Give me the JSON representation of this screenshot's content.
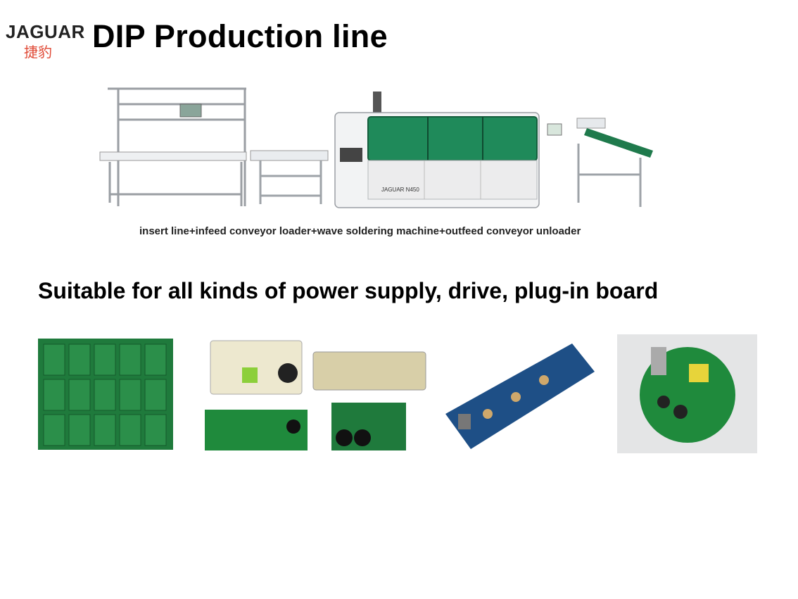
{
  "logo": {
    "brand_en": "JAGUAR",
    "brand_cn": "捷豹"
  },
  "page": {
    "title": "DIP Production line"
  },
  "production_line": {
    "caption": "insert line+infeed conveyor loader+wave soldering machine+outfeed conveyor unloader",
    "machine_label": "JAGUAR N450"
  },
  "applications": {
    "heading": "Suitable for all kinds of power supply, drive, plug-in board"
  },
  "colors": {
    "logo_red": "#e04a36",
    "machine_green": "#1f8a5a",
    "pcb_green": "#1f7a3c",
    "pcb_blue": "#1e4f86"
  }
}
